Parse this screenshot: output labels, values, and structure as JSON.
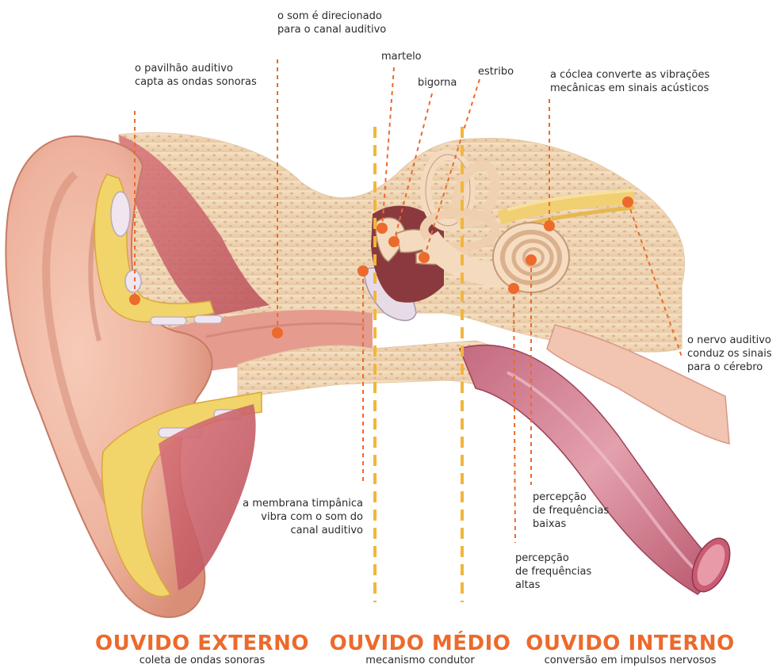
{
  "colors": {
    "accent": "#ec6a2c",
    "divider": "#f2b63a",
    "skin": "#eeb39e",
    "skin_dark": "#d98e77",
    "bone": "#f1d9b8",
    "muscle": "#c85c62",
    "fat": "#f1d46a"
  },
  "labels": {
    "pinna": "o pavilhão auditivo\ncapta as ondas sonoras",
    "canal": "o som é direcionado\npara o canal auditivo",
    "martelo": "martelo",
    "bigorna": "bigorna",
    "estribo": "estribo",
    "coclea": "a cóclea converte as vibrações\nmecânicas em sinais acústicos",
    "nervo": "o nervo auditivo\nconduz os sinais\npara o cérebro",
    "membrana": "a membrana timpânica\nvibra com o som do\ncanal auditivo",
    "freq_baixas": "percepção\nde frequências\nbaixas",
    "freq_altas": "percepção\nde frequências\naltas"
  },
  "sections": [
    {
      "title": "OUVIDO EXTERNO",
      "subtitle": "coleta de ondas sonoras"
    },
    {
      "title": "OUVIDO MÉDIO",
      "subtitle": "mecanismo condutor"
    },
    {
      "title": "OUVIDO INTERNO",
      "subtitle": "conversão em impulsos nervosos"
    }
  ]
}
